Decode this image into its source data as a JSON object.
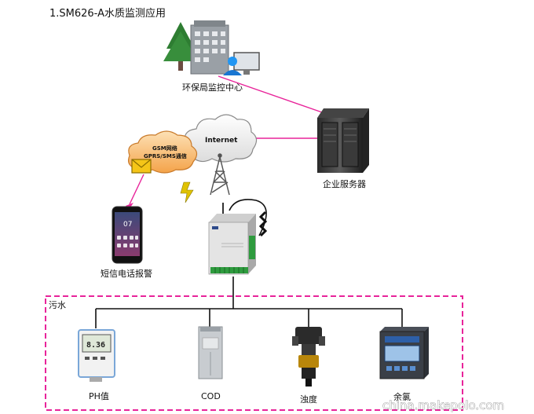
{
  "title": "1.SM626-A水质监测应用",
  "nodes": {
    "epa_center": {
      "label": "环保局监控中心"
    },
    "server": {
      "label": "企业服务器"
    },
    "network_cloud": {
      "line1": "GSM网络",
      "line2": "GPRS/SMS通信"
    },
    "internet_cloud": {
      "label": "Internet"
    },
    "sms_alarm": {
      "label": "短信电话报警"
    },
    "sewage_zone": {
      "label": "污水"
    }
  },
  "sensors": [
    {
      "id": "ph",
      "label": "PH值"
    },
    {
      "id": "cod",
      "label": "COD"
    },
    {
      "id": "turbidity",
      "label": "浊度"
    },
    {
      "id": "chlorine",
      "label": "余氯"
    }
  ],
  "phone": {
    "clock": "07"
  },
  "ph_meter": {
    "reading": "8.36"
  },
  "watermark": "china.makepolo.com",
  "colors": {
    "link": "#e8249a",
    "wire": "#111111",
    "cloud_orange": "#f4a34a"
  }
}
